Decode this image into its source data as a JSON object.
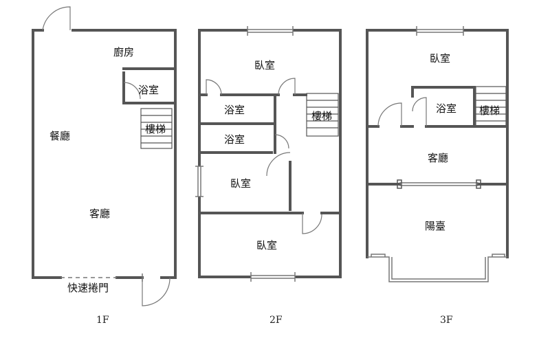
{
  "floors": [
    {
      "label": "1F",
      "rooms": {
        "kitchen": "廚房",
        "bath": "浴室",
        "stairs": "樓梯",
        "dining": "餐廳",
        "living": "客廳",
        "shutter": "快速捲門"
      }
    },
    {
      "label": "2F",
      "rooms": {
        "bedroom_top": "臥室",
        "bath_1": "浴室",
        "bath_2": "浴室",
        "stairs": "樓梯",
        "bedroom_mid": "臥室",
        "bedroom_bottom": "臥室"
      }
    },
    {
      "label": "3F",
      "rooms": {
        "bedroom": "臥室",
        "bath": "浴室",
        "stairs": "樓梯",
        "living": "客廳",
        "balcony": "陽臺"
      }
    }
  ]
}
